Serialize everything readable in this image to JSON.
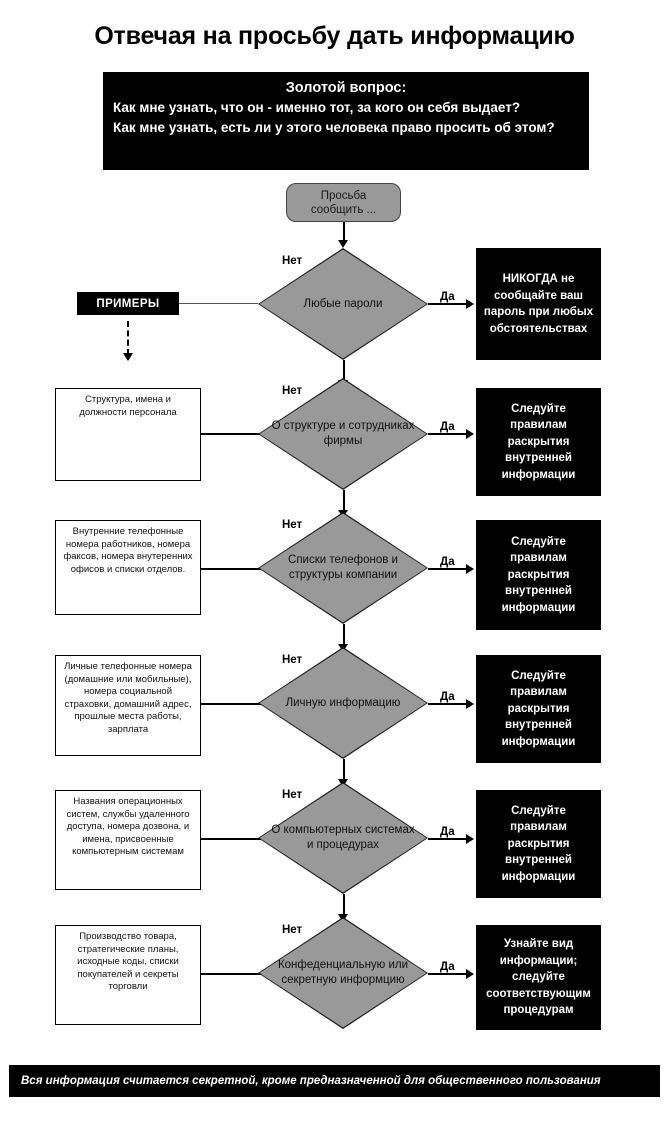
{
  "page": {
    "title": "Отвечая на просьбу дать информацию"
  },
  "golden_question": {
    "heading": "Золотой вопрос:",
    "line1": "Как мне узнать, что он - именно тот, за кого он себя выдает?",
    "line2": "Как мне узнать, есть ли у этого человека право просить об этом?"
  },
  "start_node": {
    "line1": "Просьба",
    "line2": "сообщить ..."
  },
  "examples_tag": {
    "label": "ПРИМЕРЫ"
  },
  "edge_labels": {
    "yes": "Да",
    "no": "Нет"
  },
  "rows": [
    {
      "decision": "Любые пароли",
      "outcome": "НИКОГДА не сообщайте ваш пароль при любых обстоятельствах",
      "example": ""
    },
    {
      "decision": "О структуре и сотрудниках фирмы",
      "outcome": "Следуйте правилам раскрытия внутренней информации",
      "example": "Структура, имена и должности персонала"
    },
    {
      "decision": "Списки телефонов и структуры компании",
      "outcome": "Следуйте правилам раскрытия внутренней информации",
      "example": "Внутренние телефонные номера работников, номера факсов, номера внутеренних офисов и списки отделов."
    },
    {
      "decision": "Личную информацию",
      "outcome": "Следуйте правилам раскрытия внутренней информации",
      "example": "Личные телефонные номера (домашние или мобильные), номера социальной страховки, домашний адрес, прошлые места работы, зарплата"
    },
    {
      "decision": "О компьютерных системах и процедурах",
      "outcome": "Следуйте правилам раскрытия внутренней информации",
      "example": "Названия операционных систем, службы удаленного доступа, номера дозвона, и имена, присвоенные компьютерным системам"
    },
    {
      "decision": "Конфеденциальную или секретную информцию",
      "outcome": "Узнайте вид информации; следуйте соответствующим процедурам",
      "example": "Производство товара, стратегические планы, исходные коды, списки покупателей и секреты торговли"
    }
  ],
  "footer": {
    "text": "Вся информация считается секретной, кроме предназначенной для общественного пользования"
  },
  "colors": {
    "decision_fill": "#999999",
    "outcome_fill": "#000000",
    "outcome_text": "#ffffff",
    "page_background": "#ffffff"
  }
}
